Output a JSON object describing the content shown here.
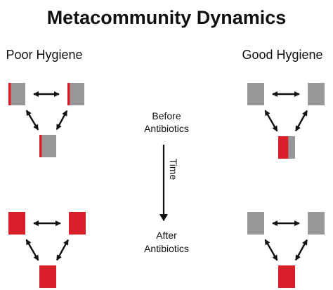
{
  "title": "Metacommunity Dynamics",
  "labels": {
    "poor_hygiene": "Poor Hygiene",
    "good_hygiene": "Good Hygiene",
    "before_line1": "Before",
    "before_line2": "Antibiotics",
    "time": "Time",
    "after_line1": "After",
    "after_line2": "Antibiotics"
  },
  "colors": {
    "gray": "#989898",
    "red": "#d81f2a",
    "black": "#111111"
  },
  "panels": [
    {
      "id": "poor-before",
      "patches": [
        {
          "red_fraction": 0.15
        },
        {
          "red_fraction": 0.15
        },
        {
          "red_fraction": 0.15
        }
      ]
    },
    {
      "id": "good-before",
      "patches": [
        {
          "red_fraction": 0.0
        },
        {
          "red_fraction": 0.0
        },
        {
          "red_fraction": 0.6
        }
      ]
    },
    {
      "id": "poor-after",
      "patches": [
        {
          "red_fraction": 1.0
        },
        {
          "red_fraction": 1.0
        },
        {
          "red_fraction": 1.0
        }
      ]
    },
    {
      "id": "good-after",
      "patches": [
        {
          "red_fraction": 0.0
        },
        {
          "red_fraction": 0.0
        },
        {
          "red_fraction": 1.0
        }
      ]
    }
  ]
}
